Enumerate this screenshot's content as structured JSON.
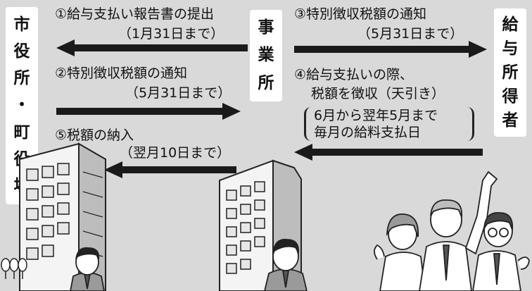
{
  "left_actor": [
    "市",
    "役",
    "所",
    "・",
    "町",
    "役",
    "場"
  ],
  "center_actor": [
    "事",
    "業",
    "所"
  ],
  "right_actor": [
    "給",
    "与",
    "所",
    "得",
    "者"
  ],
  "step1": {
    "label": "①給与支払い報告書の提出",
    "deadline": "（1月31日まで）"
  },
  "step2": {
    "label": "②特別徴収税額の通知",
    "deadline": "（5月31日まで）"
  },
  "step3": {
    "label": "③特別徴収税額の通知",
    "deadline": "（5月31日まで）"
  },
  "step4": {
    "label": "④給与支払いの際、",
    "label2": "税額を徴収（天引き）",
    "detail1": "6月から翌年5月まで",
    "detail2": "毎月の給料支払日"
  },
  "step5": {
    "label": "⑤税額の納入",
    "deadline": "（翌月10日まで）"
  },
  "colors": {
    "background": "#d9d9d9",
    "label_box": "#ffffff",
    "arrow": "#1a1a1a"
  }
}
